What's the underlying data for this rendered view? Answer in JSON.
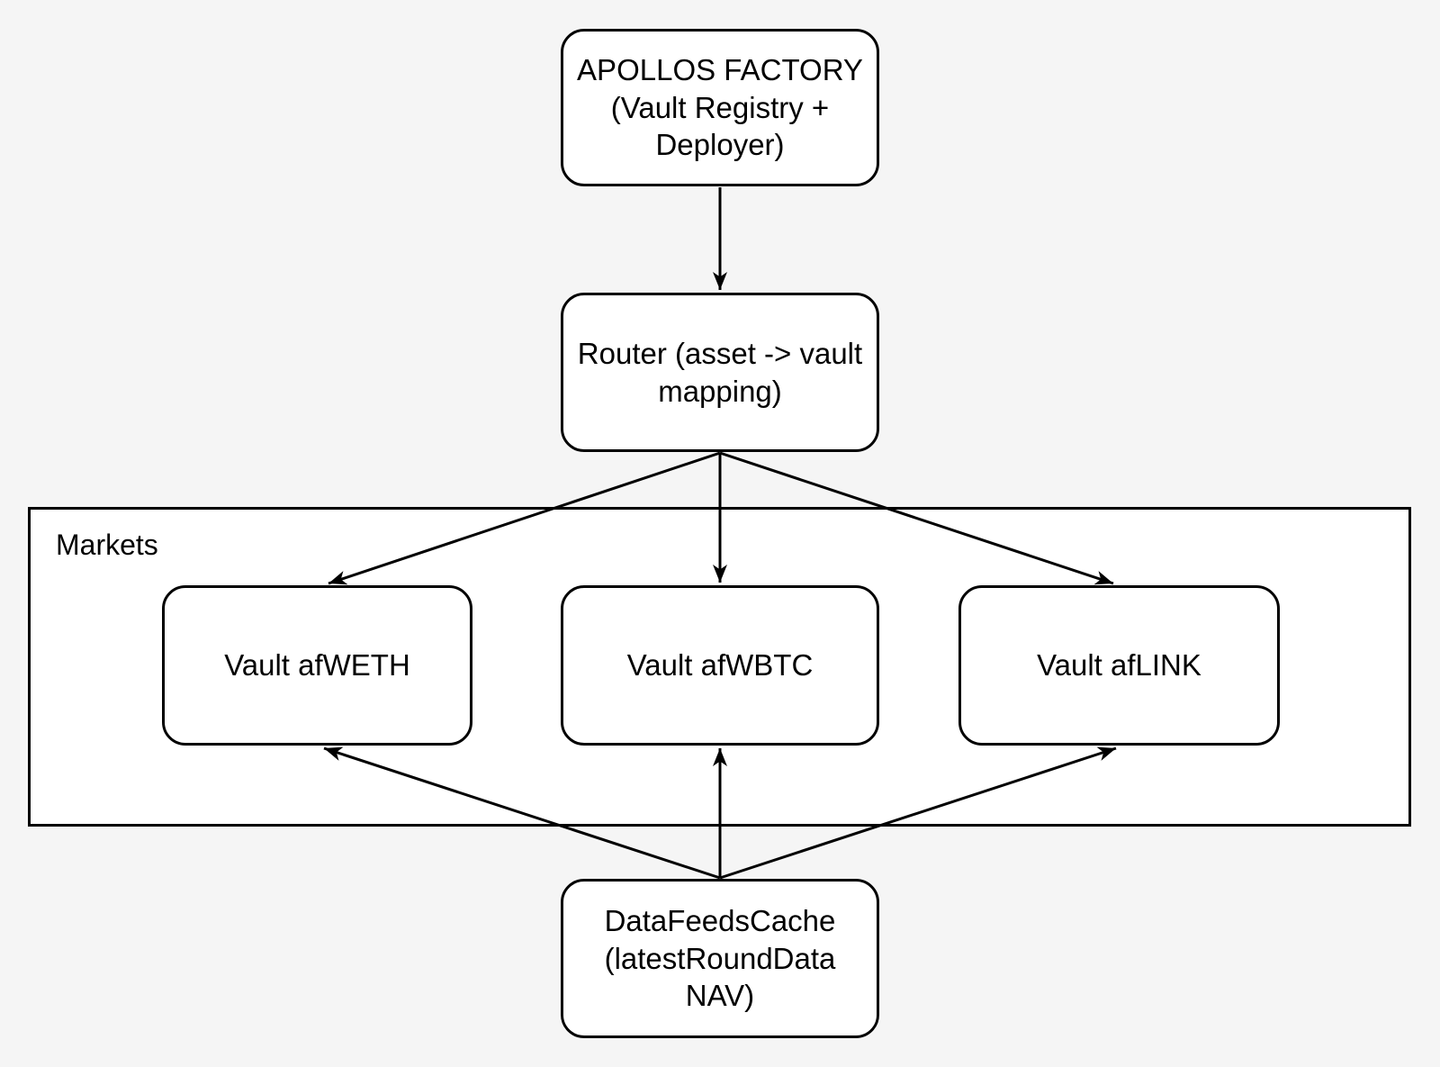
{
  "diagram": {
    "type": "flowchart",
    "background_color": "#f5f5f5",
    "node_fill_color": "#ffffff",
    "line_color": "#000000",
    "text_color": "#000000",
    "nodes": {
      "factory": {
        "label": "APOLLOS FACTORY\n(Vault Registry +\nDeployer)"
      },
      "router": {
        "label": "Router (asset -> vault\nmapping)"
      },
      "markets": {
        "label": "Markets"
      },
      "vault_weth": {
        "label": "Vault afWETH"
      },
      "vault_wbtc": {
        "label": "Vault afWBTC"
      },
      "vault_link": {
        "label": "Vault afLINK"
      },
      "datafeeds": {
        "label": "DataFeedsCache\n(latestRoundData\nNAV)"
      }
    },
    "edges": [
      {
        "from": "factory",
        "to": "router"
      },
      {
        "from": "router",
        "to": "vault_weth"
      },
      {
        "from": "router",
        "to": "vault_wbtc"
      },
      {
        "from": "router",
        "to": "vault_link"
      },
      {
        "from": "datafeeds",
        "to": "vault_weth"
      },
      {
        "from": "datafeeds",
        "to": "vault_wbtc"
      },
      {
        "from": "datafeeds",
        "to": "vault_link"
      }
    ]
  }
}
